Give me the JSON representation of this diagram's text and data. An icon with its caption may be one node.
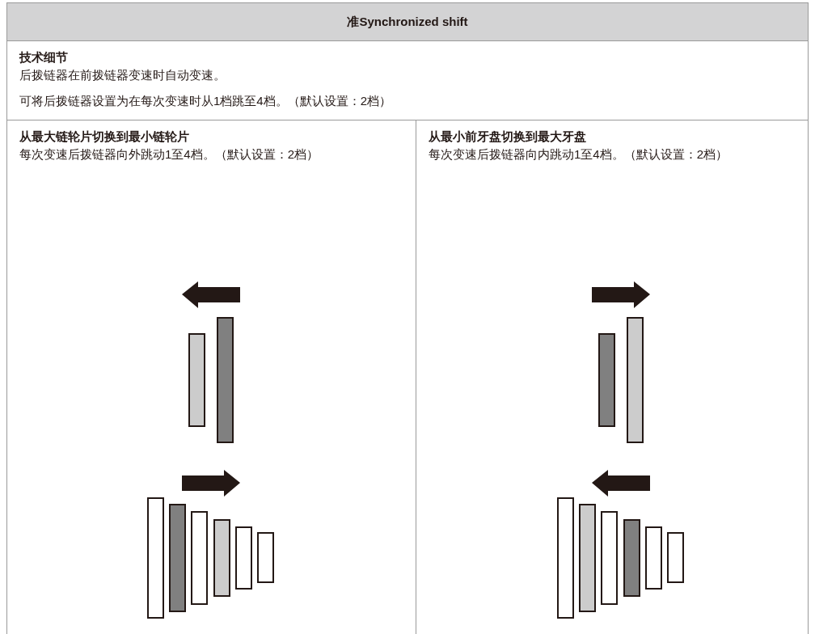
{
  "diagram": {
    "nodes": [
      {
        "text": [
          "准Synchronized shift"
        ]
      },
      {
        "text": [
          "技术细节",
          "后拨链器在前拨链器变速时自动变速。",
          "可将后拨链器设置为在每次变速时从1档跳至4档。（默认设置：2档）"
        ]
      },
      {
        "text": [
          "从最大链轮片切换到最小链轮片",
          "每次变速后拨链器向外跳动1至4档。（默认设置：2档）"
        ]
      },
      {
        "text": [
          "从最小前牙盘切换到最大牙盘",
          "每次变速后拨链器向内跳动1至4档。（默认设置：2档）"
        ]
      }
    ]
  }
}
